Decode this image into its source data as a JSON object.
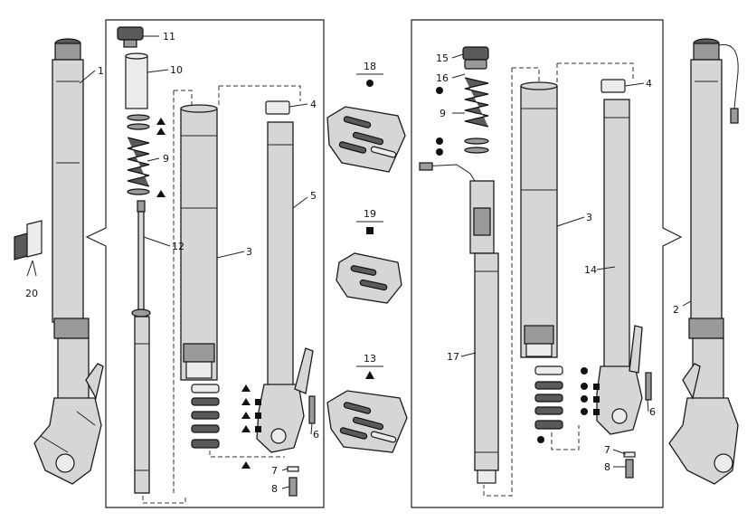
{
  "diagram": {
    "labels": {
      "l1": "1",
      "l2": "2",
      "l3a": "3",
      "l3b": "3",
      "l4a": "4",
      "l4b": "4",
      "l5": "5",
      "l6a": "6",
      "l6b": "6",
      "l7a": "7",
      "l7b": "7",
      "l8a": "8",
      "l8b": "8",
      "l9a": "9",
      "l9b": "9",
      "l10": "10",
      "l11": "11",
      "l12": "12",
      "l13": "13",
      "l14": "14",
      "l15": "15",
      "l16": "16",
      "l17": "17",
      "l18": "18",
      "l19": "19",
      "l20": "20"
    },
    "kit_symbols": {
      "k18": "circle",
      "k19": "square",
      "k13": "triangle"
    },
    "colors": {
      "line": "#1a1a1a",
      "part_fill": "#d6d6d6",
      "background": "#ffffff"
    }
  }
}
